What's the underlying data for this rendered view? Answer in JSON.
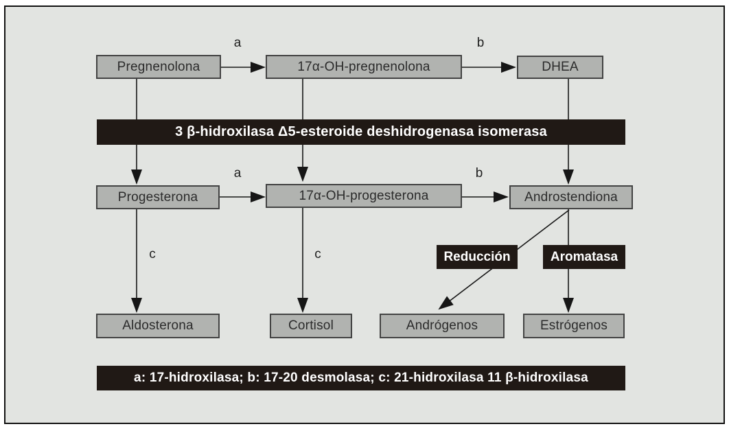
{
  "diagram": {
    "nodes": {
      "pregnenolona": "Pregnenolona",
      "oh_pregnenolona": "17α-OH-pregnenolona",
      "dhea": "DHEA",
      "progesterona": "Progesterona",
      "oh_progesterona": "17α-OH-progesterona",
      "androstendiona": "Androstendiona",
      "aldosterona": "Aldosterona",
      "cortisol": "Cortisol",
      "androgenos": "Andrógenos",
      "estrogenos": "Estrógenos"
    },
    "banners": {
      "middle": "3 β-hidroxilasa Δ5-esteroide deshidrogenasa isomerasa",
      "footer": "a: 17-hidroxilasa; b: 17-20 desmolasa; c: 21-hidroxilasa 11  β-hidroxilasa"
    },
    "enzyme_labels": {
      "reduccion": "Reducción",
      "aromatasa": "Aromatasa"
    },
    "arrow_letters": {
      "a": "a",
      "b": "b",
      "c": "c"
    },
    "colors": {
      "background": "#e2e4e1",
      "box_fill": "#b1b3b0",
      "box_border": "#424242",
      "banner_bg": "#201915",
      "banner_text": "#ffffff",
      "line": "#161616"
    }
  }
}
